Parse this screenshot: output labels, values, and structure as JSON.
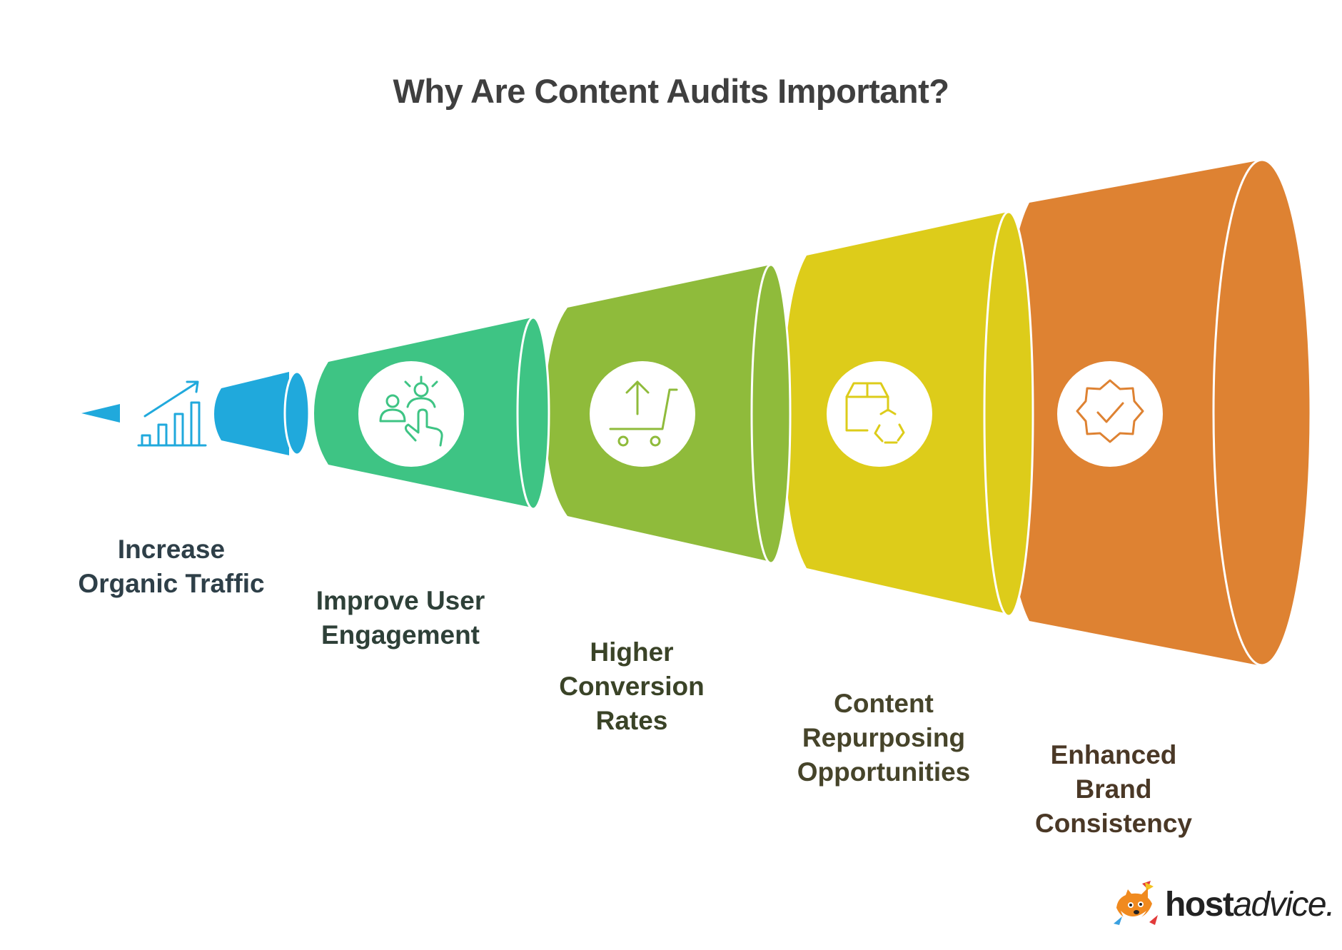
{
  "title": "Why Are Content Audits Important?",
  "stages": [
    {
      "lines": [
        "Increase",
        "Organic Traffic"
      ],
      "color": "#20a9dc",
      "label_color": "#2e3f48",
      "icon": "growth-chart-icon"
    },
    {
      "lines": [
        "Improve User",
        "Engagement"
      ],
      "color": "#3ec484",
      "label_color": "#2e4038",
      "icon": "user-engagement-icon"
    },
    {
      "lines": [
        "Higher",
        "Conversion",
        "Rates"
      ],
      "color": "#8fbb3b",
      "label_color": "#3a4327",
      "icon": "shopping-cart-upload-icon"
    },
    {
      "lines": [
        "Content",
        "Repurposing",
        "Opportunities"
      ],
      "color": "#ddcc1a",
      "label_color": "#46442a",
      "icon": "box-recycle-icon"
    },
    {
      "lines": [
        "Enhanced",
        "Brand",
        "Consistency"
      ],
      "color": "#de8232",
      "label_color": "#4a3826",
      "icon": "verified-badge-icon"
    }
  ],
  "logo": {
    "brand_bold": "host",
    "brand_light": "advice."
  }
}
